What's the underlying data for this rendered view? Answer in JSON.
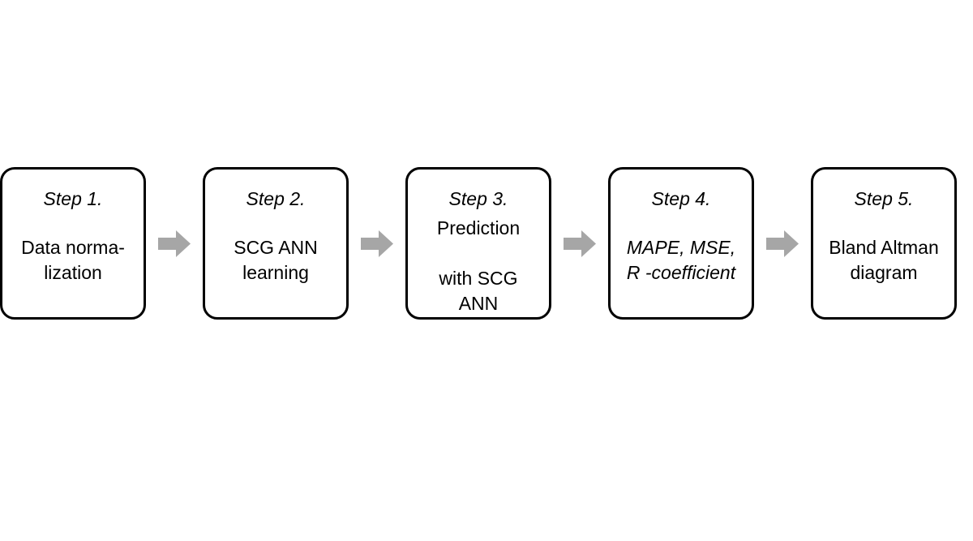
{
  "diagram": {
    "title": "Processing pipeline flowchart",
    "orientation": "left-to-right",
    "arrow_color": "#a6a6a6",
    "box_border_color": "#000000",
    "background_color": "#ffffff",
    "steps": [
      {
        "title": "Step 1.",
        "body": "Data norma-\nlization",
        "body_italic": false,
        "body_spacing": "lg"
      },
      {
        "title": "Step 2.",
        "body": "SCG ANN\nlearning",
        "body_italic": false,
        "body_spacing": "lg"
      },
      {
        "title": "Step 3.",
        "body": "Prediction\n\nwith SCG\nANN",
        "body_italic": false,
        "body_spacing": "sm"
      },
      {
        "title": "Step 4.",
        "body": "MAPE, MSE,\nR -coefficient",
        "body_italic": true,
        "body_spacing": "lg"
      },
      {
        "title": "Step 5.",
        "body": "Bland Altman\ndiagram",
        "body_italic": false,
        "body_spacing": "lg"
      }
    ],
    "connectors": [
      {
        "icon": "right-arrow-icon",
        "from": "Step 1.",
        "to": "Step 2."
      },
      {
        "icon": "right-arrow-icon",
        "from": "Step 2.",
        "to": "Step 3."
      },
      {
        "icon": "right-arrow-icon",
        "from": "Step 3.",
        "to": "Step 4."
      },
      {
        "icon": "right-arrow-icon",
        "from": "Step 4.",
        "to": "Step 5."
      }
    ]
  }
}
